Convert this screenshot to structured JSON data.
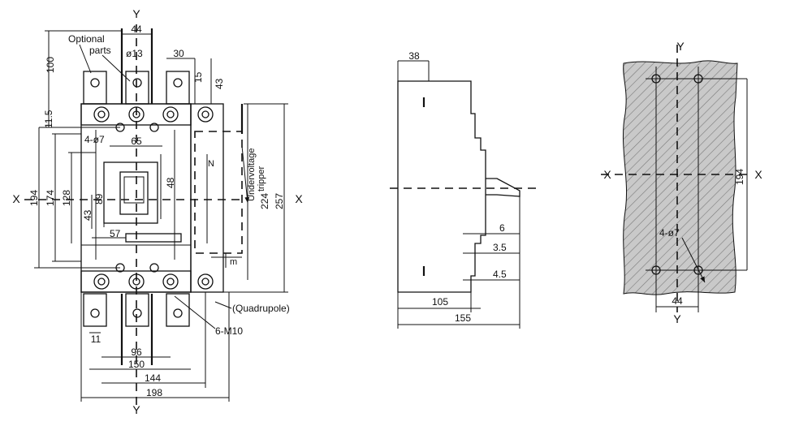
{
  "front_view": {
    "axis_y_top": "Y",
    "axis_y_bottom": "Y",
    "axis_x_left": "X",
    "axis_x_right": "X",
    "optional_parts_line1": "Optional",
    "optional_parts_line2": "parts",
    "undervoltage_line1": "Undervoltage",
    "undervoltage_line2": "tripper",
    "quadrupole_label": "(Quadrupole)",
    "screw_label": "6-M10",
    "hole_label": "4-ø7",
    "hole_dia": "ø13",
    "neutral": "N",
    "m_label": "m",
    "dims": {
      "d44": "44",
      "d100": "100",
      "d30": "30",
      "d15": "15",
      "d43top": "43",
      "d11_5": "11.5",
      "d65": "65",
      "d48": "48",
      "d89": "89",
      "d43": "43",
      "d57": "57",
      "d194": "194",
      "d174": "174",
      "d128": "128",
      "d224": "224",
      "d257": "257",
      "d11": "11",
      "d96": "96",
      "d150": "150",
      "d144": "144",
      "d198": "198"
    }
  },
  "side_view": {
    "dims": {
      "d38": "38",
      "d6": "6",
      "d3_5": "3.5",
      "d4_5": "4.5",
      "d105": "105",
      "d155": "155"
    }
  },
  "panel_view": {
    "axis_y_top": "Y",
    "axis_y_bottom": "Y",
    "axis_x_left": "X",
    "axis_x_right": "X",
    "hole_label": "4-ø7",
    "d194": "194",
    "d44": "44"
  }
}
